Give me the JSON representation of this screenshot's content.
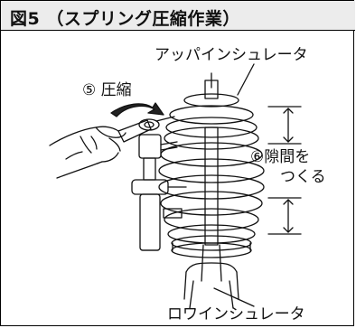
{
  "title": "図5 （スプリング圧縮作業）",
  "labels": {
    "upper_insulator": "アッパインシュレータ",
    "compress": "⑤ 圧縮",
    "gap_line1": "⑥隙間を",
    "gap_line2": "つくる",
    "lower_insulator": "ロワインシュレータ"
  },
  "colors": {
    "line": "#111111",
    "title_background": "#ececec",
    "arrow": "#222222"
  },
  "icons": [
    "rotation-arrow-icon",
    "wrench-icon",
    "dimension-arrow-icon"
  ]
}
